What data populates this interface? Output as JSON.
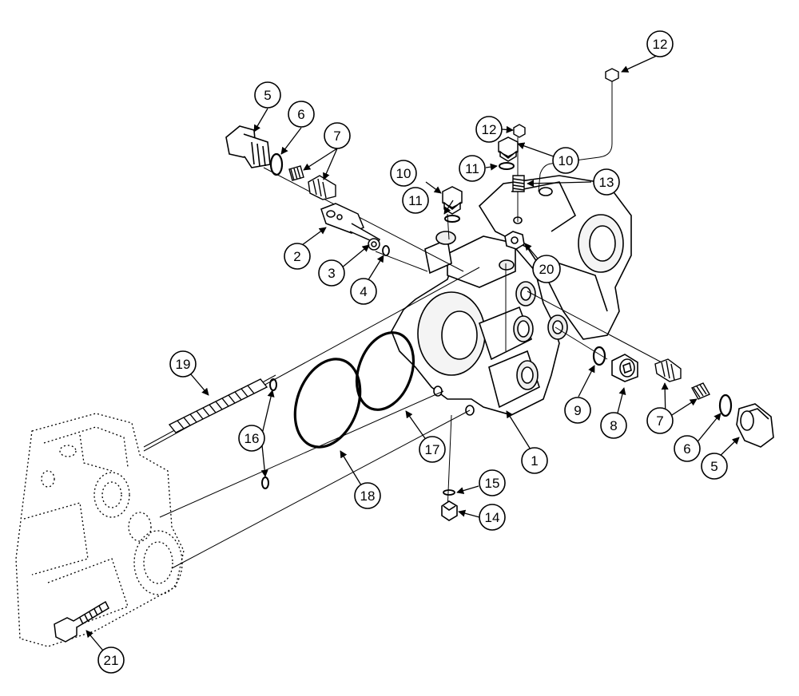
{
  "diagram": {
    "callouts": [
      {
        "id": "c1",
        "label": "1"
      },
      {
        "id": "c2",
        "label": "2"
      },
      {
        "id": "c3",
        "label": "3"
      },
      {
        "id": "c4",
        "label": "4"
      },
      {
        "id": "c5a",
        "label": "5"
      },
      {
        "id": "c5b",
        "label": "5"
      },
      {
        "id": "c6a",
        "label": "6"
      },
      {
        "id": "c6b",
        "label": "6"
      },
      {
        "id": "c7a",
        "label": "7"
      },
      {
        "id": "c7b",
        "label": "7"
      },
      {
        "id": "c8",
        "label": "8"
      },
      {
        "id": "c9",
        "label": "9"
      },
      {
        "id": "c10a",
        "label": "10"
      },
      {
        "id": "c10b",
        "label": "10"
      },
      {
        "id": "c11a",
        "label": "11"
      },
      {
        "id": "c11b",
        "label": "11"
      },
      {
        "id": "c12a",
        "label": "12"
      },
      {
        "id": "c12b",
        "label": "12"
      },
      {
        "id": "c13",
        "label": "13"
      },
      {
        "id": "c14",
        "label": "14"
      },
      {
        "id": "c15",
        "label": "15"
      },
      {
        "id": "c16a",
        "label": "16"
      },
      {
        "id": "c17",
        "label": "17"
      },
      {
        "id": "c18",
        "label": "18"
      },
      {
        "id": "c19",
        "label": "19"
      },
      {
        "id": "c20",
        "label": "20"
      },
      {
        "id": "c21",
        "label": "21"
      }
    ]
  }
}
